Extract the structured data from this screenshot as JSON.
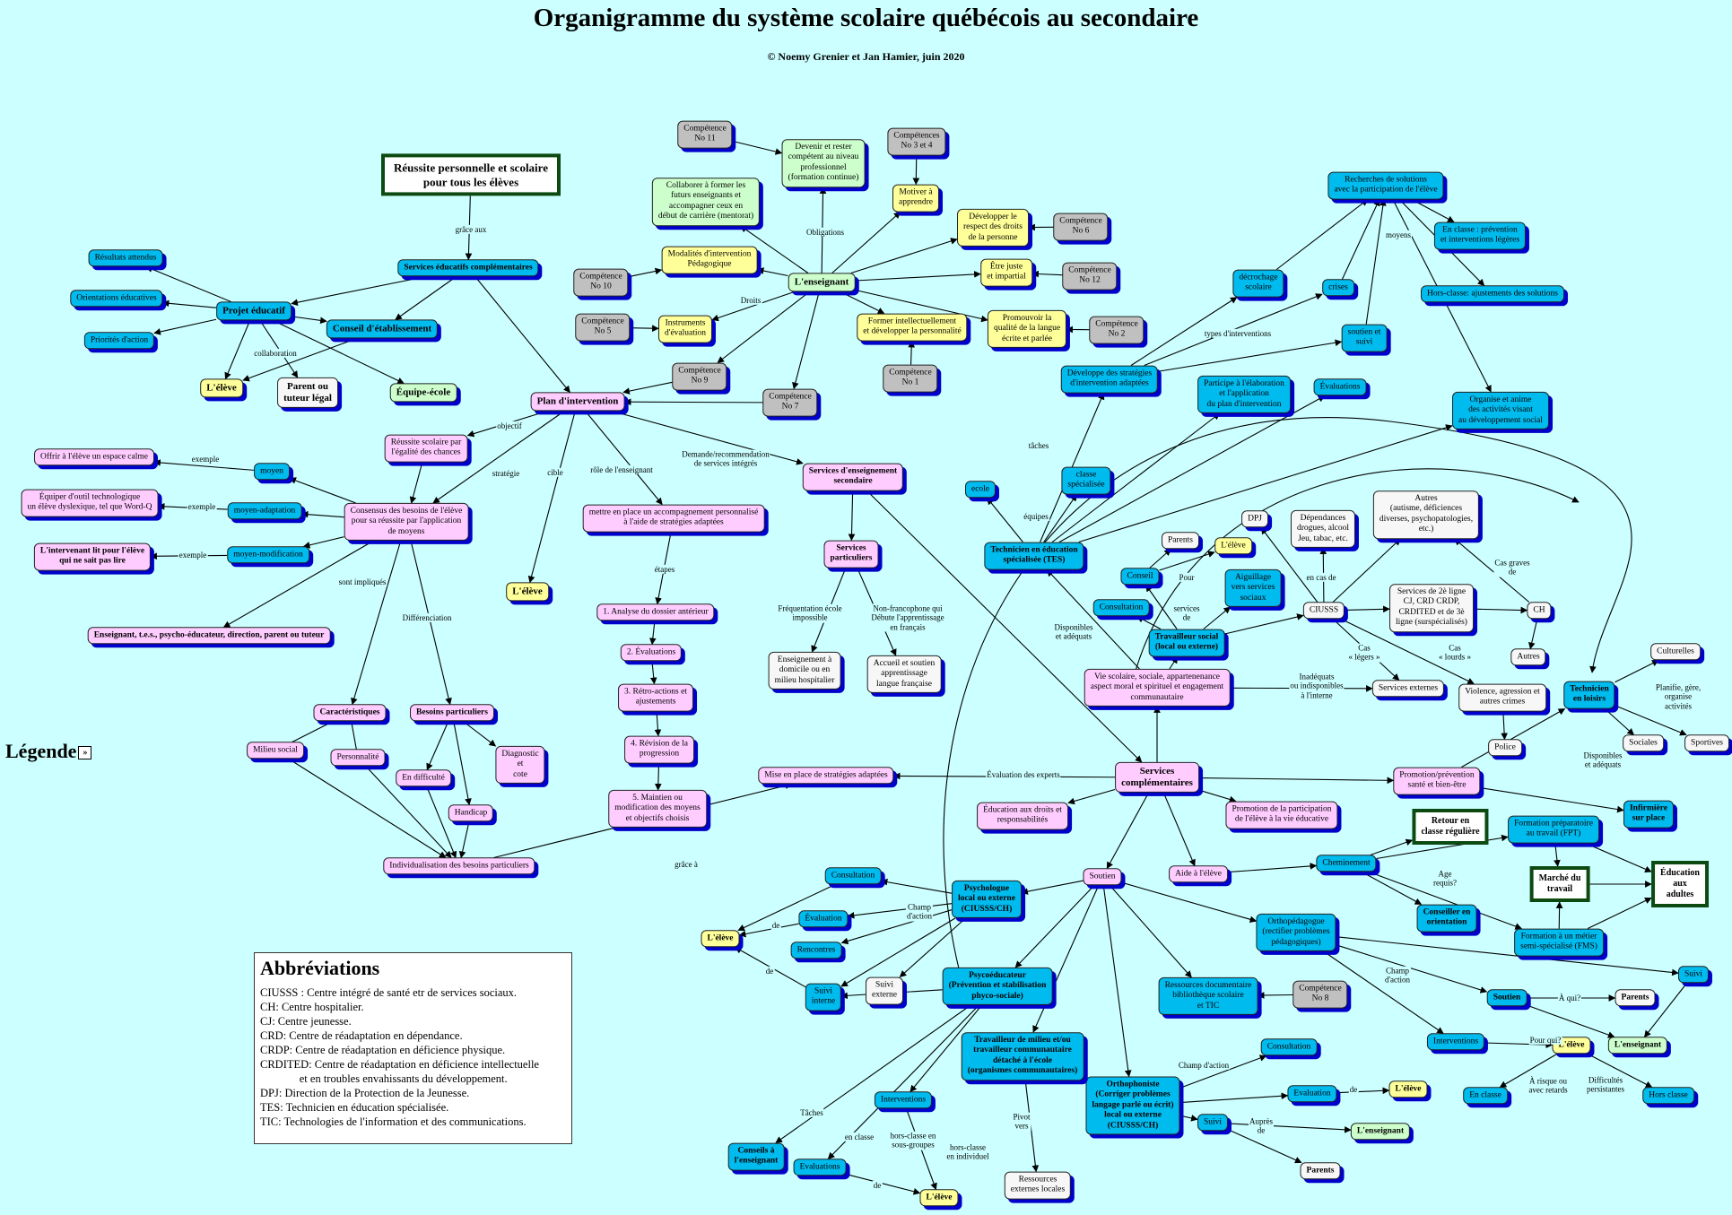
{
  "title": "Organigramme du système scolaire québécois au secondaire",
  "subtitle": "© Noemy Grenier et Jan Hamier, juin 2020",
  "legend_label": "Légende",
  "legend_icon": "»",
  "abbreviations": {
    "title": "Abbréviations",
    "lines": [
      "CIUSSS : Centre intégré de santé etr de services sociaux.",
      "CH: Centre hospitalier.",
      "CJ: Centre jeunesse.",
      "CRD: Centre de réadaptation en dépendance.",
      "CRDP: Centre de réadaptation en déficience physique.",
      "CRDITED: Centre de réadaptation en déficience intellectuelle",
      "              et en troubles envahissants du développement.",
      "DPJ: Direction de la Protection de la Jeunesse.",
      "TES: Technicien en éducation spécialisée.",
      "TIC: Technologies de l'information et des communications."
    ]
  },
  "colors": {
    "background": "#ccffff",
    "blue": "#00bbee",
    "pink": "#ffccff",
    "gray": "#c0c0c0",
    "yellow": "#ffff99",
    "green": "#ccffcc",
    "white": "#f7f7f7",
    "frame": "#0c4a12",
    "shadow": "#0000cc"
  },
  "nodes": {
    "reussite": "Réussite personnelle et scolaire\npour tous les élèves",
    "services_educ": "Services éducatifs complémentaires",
    "resultats": "Résultats attendus",
    "orientations": "Orientations éducatives",
    "priorites": "Priorités d'action",
    "projet": "Projet éducatif",
    "conseil_etab": "Conseil d'établissement",
    "eleve1": "L'élève",
    "parent_tuteur": "Parent ou\ntuteur légal",
    "equipe_ecole": "Équipe-école",
    "plan": "Plan d'intervention",
    "reussite_egalite": "Réussite scolaire par\nl'égalité des chances",
    "offrir": "Offrir à l'élève un espace calme",
    "moyen": "moyen",
    "equiper": "Équiper d'outil technologique\nun élève dyslexique, tel que Word-Q",
    "moyen_adapt": "moyen-adaptation",
    "intervenant": "L'intervenant lit pour l'élève\nqui ne sait pas lire",
    "moyen_modif": "moyen-modification",
    "consensus": "Consensus des besoins de l'élève\npour sa réussite par l'application\nde moyens",
    "enseignant_etc": "Enseignant, t.e.s., psycho-éducateur, direction, parent ou tuteur",
    "eleve2": "L'élève",
    "caracteristiques": "Caractéristiques",
    "besoins": "Besoins particuliers",
    "milieu": "Milieu social",
    "personnalite": "Personnalité",
    "difficulte": "En difficulté",
    "diagnostic": "Diagnostic\net\ncote",
    "handicap": "Handicap",
    "individualisation": "Individualisation des besoins particuliers",
    "accompagnement": "mettre en place un accompagnement personnalisé\nà l'aide de stratégies adaptées",
    "etape1": "1. Analyse du dossier antérieur",
    "etape2": "2. Évaluations",
    "etape3": "3. Rétro-actions et\najustements",
    "etape4": "4. Révision de la\nprogression",
    "etape5": "5. Maintien ou\nmodification des moyens\net objectifs choisis",
    "serv_ens": "Services d'enseignement\nsecondaire",
    "serv_part": "Services\nparticuliers",
    "domicile": "Enseignement à\ndomicile ou en\nmilieu hospitalier",
    "accueil": "Accueil et soutien\napprentissage\nlangue française",
    "mise_place": "Mise en place de stratégies adaptées",
    "serv_comp": "Services\ncomplémentaires",
    "education_droits": "Éducation aux droits et\nresponsabilités",
    "promo_particip": "Promotion de la participation\nde l'élève à la vie éducative",
    "promo_prev": "Promotion/prévention\nsanté et bien-être",
    "vie_scolaire": "Vie scolaire, sociale, appartenenance\naspect moral et spirituel et engagement\ncommunautaire",
    "soutien": "Soutien",
    "aide": "Aide à l'élève",
    "cheminement": "Cheminement",
    "conseiller": "Conseiller en\norientation",
    "retour": "Retour en\nclasse régulière",
    "formation_prep": "Formation préparatoire\nau travail (FPT)",
    "marche": "Marché du\ntravail",
    "education_adultes": "Éducation\naux adultes",
    "formation_metier": "Formation à un métier\nsemi-spécialisé (FMS)",
    "orthopedagogue": "Orthopédagogue\n(rectifier problèmes\npédagogiques)",
    "ressources_doc": "Ressources documentaire\nbibliothèque scolaire\net TIC",
    "comp8": "Compétence\nNo 8",
    "suivi_ortho": "Suivi",
    "soutien_ortho": "Soutien",
    "parents_ortho": "Parents",
    "interventions_ortho": "Interventions",
    "eleve_ortho": "L'élève",
    "enseignant_ortho": "L'enseignant",
    "en_classe_ortho": "En classe",
    "hors_classe_ortho": "Hors classe",
    "orthophoniste": "Orthophoniste\n(Corriger problèmes\nlangage parlé ou écrit)\nlocal ou externe\n(CIUSSS/CH)",
    "consultation_o": "Consultation",
    "evaluation_o": "Evaluation",
    "eleve_o": "L'élève",
    "suivi_o": "Suivi",
    "enseignant_o": "L'enseignant",
    "parents_o": "Parents",
    "travailleur_milieu": "Travailleur de milieu et/ou\ntravailleur communautaire\ndétaché à l'école\n(organismes communautaires)",
    "ressources_ext": "Ressources\nexternes locales",
    "psychoeducateur": "Psycoéducateur\n(Prévention et stabilisation\nphyco-sociale)",
    "psychologue": "Psychologue\nlocal ou externe\n(CIUSSS/CH)",
    "consultation_p": "Consultation",
    "evaluation_p": "Évaluation",
    "rencontres_p": "Rencontres",
    "eleve_p": "L'élève",
    "suivi_interne": "Suivi\ninterne",
    "suivi_externe": "Suivi\nexterne",
    "interventions_t": "Interventions",
    "conseils_ens": "Conseils à\nl'enseignant",
    "evaluations_t": "Evaluations",
    "eleve_t": "L'élève",
    "tes": "Technicien en éducation\nspécialisée (TES)",
    "ecole": "ecole",
    "classe_spec": "classe\nspécialisée",
    "developpe": "Développe des stratégies\nd'intervention adaptées",
    "participe": "Participe à l'élaboration\net l'application\ndu plan d'intervention",
    "evaluations_tes": "Évaluations",
    "organise": "Organise et anime\ndes activités visant\nau développement social",
    "decrochage": "décrochage\nscolaire",
    "crises": "crises",
    "soutien_suivi": "soutien et\nsuivi",
    "recherches": "Recherches de solutions\navec la participation de  l'élève",
    "en_classe_prev": "En classe : prévention\net interventions légères",
    "hors_classe_aj": "Hors-classe: ajustements des solutions",
    "travailleur_social": "Travailleur social\n(local ou externe)",
    "conseil_ts": "Conseil",
    "consultation_ts": "Consultation",
    "aiguillage": "Aiguillage\nvers services\nsociaux",
    "parents_ts": "Parents",
    "eleve_ts": "L'élève",
    "dpj": "DPJ",
    "dependances": "Dépendances\ndrogues, alcool\nJeu, tabac, etc.",
    "autres_def": "Autres\n(autisme, déficiences\ndiverses, psychopatologies,\netc.)",
    "ciusss": "CIUSSS",
    "services_2e": "Services de 2è ligne\nCJ, CRD CRDP,\nCRDITED et de 3è\nligne (surspécialisés)",
    "ch": "CH",
    "autres": "Autres",
    "services_ext": "Services externes",
    "violence": "Violence, agression et\nautres crimes",
    "police": "Police",
    "technicien_loisirs": "Technicien\nen loisirs",
    "culturelles": "Culturelles",
    "sociales": "Sociales",
    "sportives": "Sportives",
    "infirmiere": "Infirmière\nsur place",
    "enseignant_main": "L'enseignant",
    "comp11": "Compétence\nNo 11",
    "devenir": "Devenir et rester\ncompétent au niveau\nprofessionnel\n(formation continue)",
    "comp34": "Compétences\nNo 3 et 4",
    "motiver": "Motiver à\napprendre",
    "collaborer": "Collaborer à former les\nfuturs enseignants et\naccompagner ceux en\ndébut de carrière (mentorat)",
    "developper_droits": "Développer le\nrespect des droits\nde la personne",
    "comp6": "Compétence\nNo 6",
    "juste": "Être juste\net impartial",
    "comp12": "Compétence\nNo 12",
    "modalites": "Modalités d'intervention\nPédagogique",
    "comp10": "Compétence\nNo 10",
    "instruments": "Instruments\nd'évaluation",
    "comp5": "Compétence\nNo 5",
    "former": "Former intellectuellement\net développer la personnalité",
    "promouvoir": "Promouvoir la\nqualité de la langue\nécrite et parlée",
    "comp2": "Compétence\nNo 2",
    "comp1": "Compétence\nNo 1",
    "comp9": "Compétence\nNo 9",
    "comp7": "Compétence\nNo 7"
  },
  "labels": {
    "grace_aux": "grâce aux",
    "collaboration": "collaboration",
    "objectif": "objectif",
    "strategie": "stratégie",
    "cible": "cible",
    "role": "rôle de l'enseignant",
    "demande": "Demande/recommendation\nde services intégrés",
    "exemple1": "exemple",
    "exemple2": "exemple",
    "exemple3": "exemple",
    "sont_impliques": "sont impliqués",
    "differenciation": "Différenciation",
    "etapes": "étapes",
    "grace_a": "grâce à",
    "frequentation": "Fréquentation école\nimpossible",
    "non_francophone": "Non-francophone qui\nDébute l'apprentissage\nen français",
    "evaluation_experts": "Évaluation des experts",
    "obligations": "Obligations",
    "droits": "Droits",
    "champ_action_p": "Champ\nd'action",
    "de_p1": "de",
    "de_p2": "de",
    "taches_p": "Tâches",
    "en_classe_t": "en classe",
    "hors_classe_sg": "hors-classe en\nsous-groupes",
    "hors_classe_ind": "hors-classe\nen individuel",
    "de_t": "de",
    "pivot": "Pivot\nvers",
    "champ_action_o": "Champ d'action",
    "de_o": "de",
    "aupres": "Auprès\nde",
    "champ_action_ortho": "Champ\nd'action",
    "a_qui": "À qui?",
    "pour_qui": "Pour qui?",
    "a_risque": "À risque ou\navec retards",
    "difficultes": "Difficultés\npersistantes",
    "age_requis": "Age\nrequis?",
    "taches_tes": "tâches",
    "equipes": "équipes",
    "types": "types d'interventions",
    "moyens": "moyens",
    "disponibles1": "Disponibles\net adéquats",
    "pour_ts": "Pour",
    "services_de": "services\nde",
    "en_cas": "en cas de",
    "cas_graves": "Cas graves\nde",
    "cas_legers": "Cas\n« légers »",
    "cas_lourds": "Cas\n« lourds »",
    "inadequats": "Inadéquats\nou indisponibles\nà l'interne",
    "planifie": "Planifie, gère,\norganise activités",
    "disponibles2": "Disponibles\net adéquats"
  }
}
